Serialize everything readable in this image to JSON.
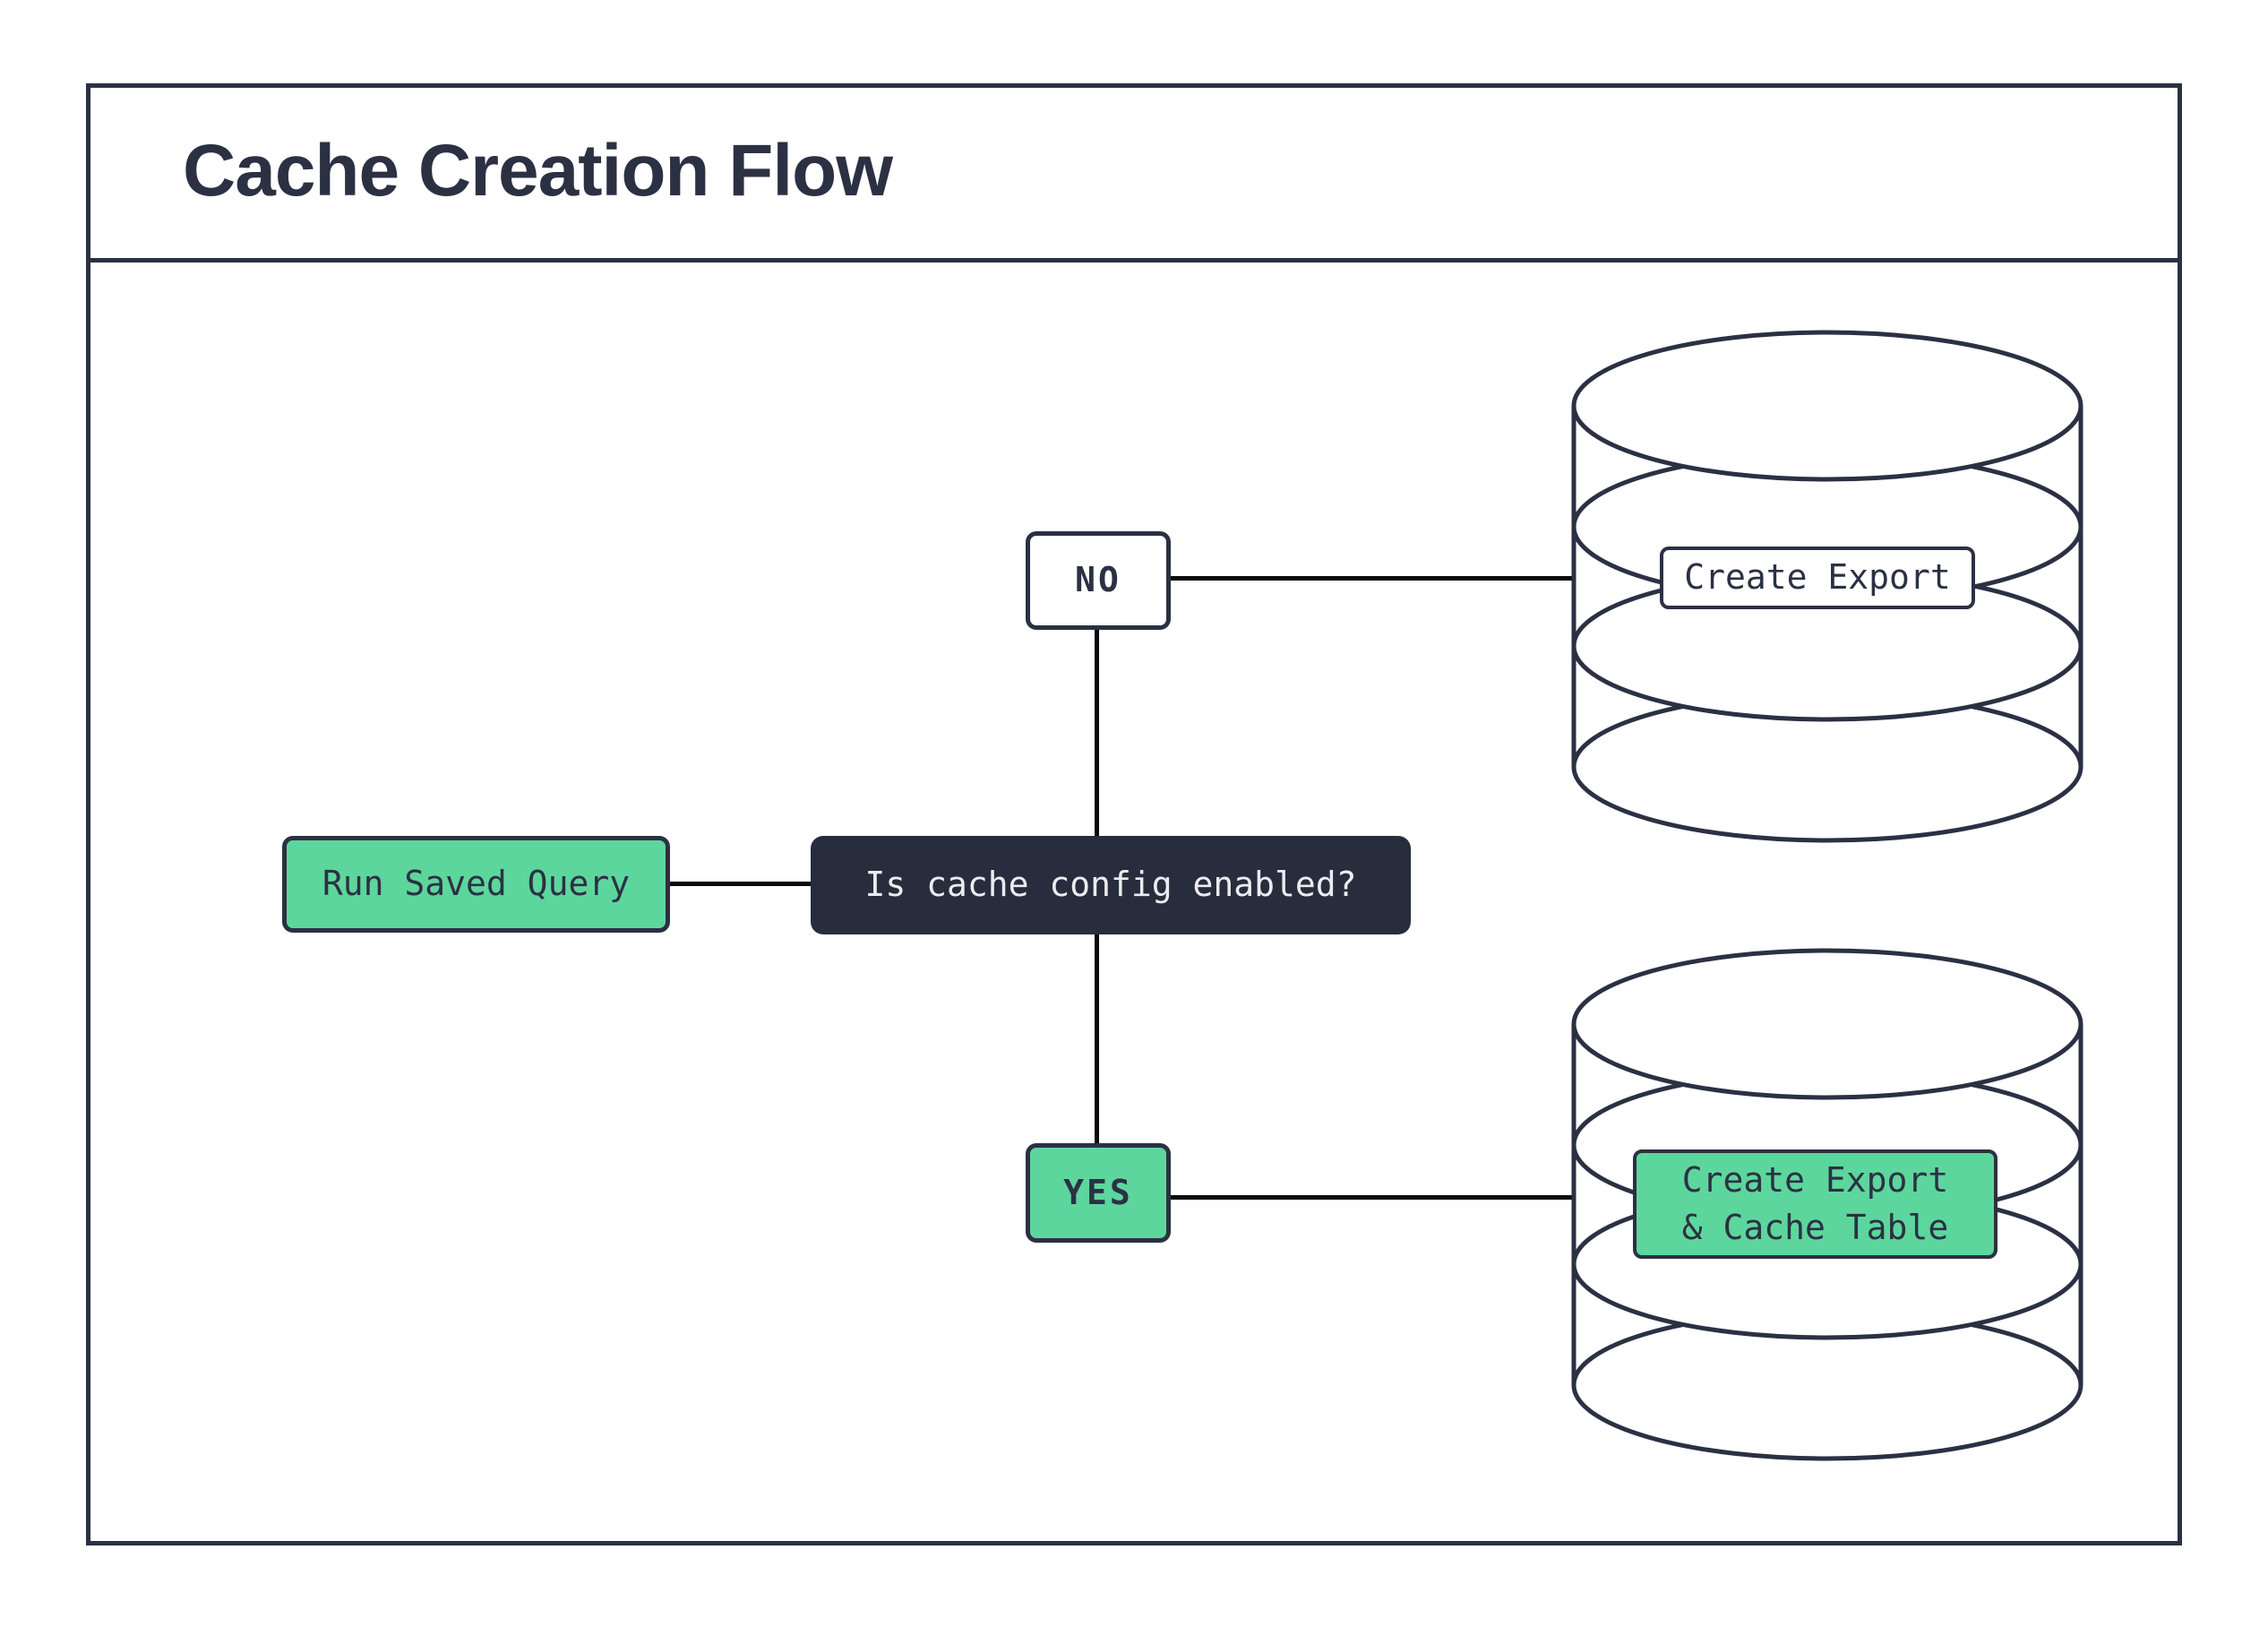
{
  "title": "Cache Creation Flow",
  "colors": {
    "navy": "#2b3143",
    "dark_node_fill": "#272d3d",
    "green_accent": "#5dd69d",
    "connector_black": "#0a0a0a",
    "light_text": "#ececf0",
    "background": "#ffffff"
  },
  "nodes": {
    "start": {
      "label": "Run Saved Query"
    },
    "decision": {
      "label": "Is cache config enabled?"
    },
    "branch_no": {
      "label": "NO"
    },
    "branch_yes": {
      "label": "YES"
    },
    "db_export": {
      "icon": "database-icon",
      "label": "Create Export"
    },
    "db_cache": {
      "icon": "database-icon",
      "label": "Create Export\n& Cache Table"
    }
  }
}
